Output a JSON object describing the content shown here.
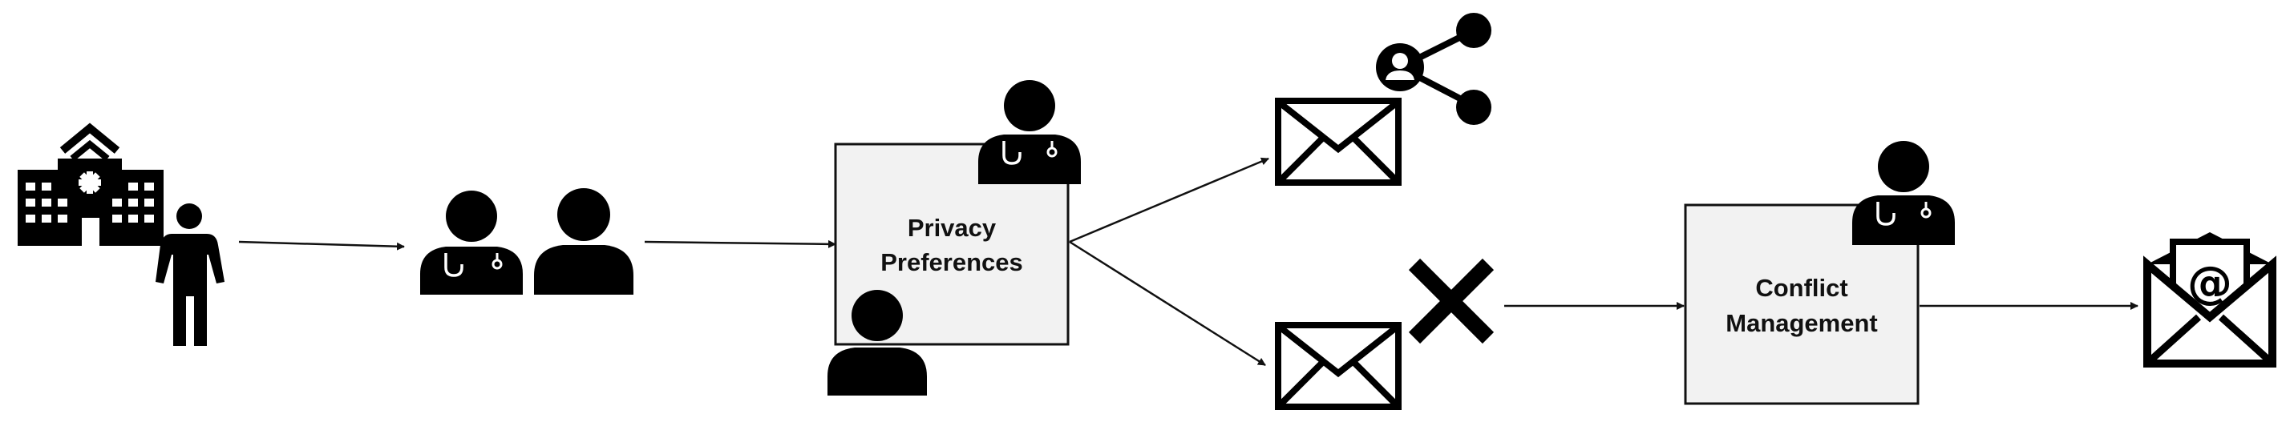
{
  "privacy_box": {
    "line1": "Privacy",
    "line2": "Preferences"
  },
  "conflict_box": {
    "line1": "Conflict",
    "line2": "Management"
  },
  "colors": {
    "box_fill": "#f2f2f2",
    "ink": "#000000",
    "line": "#111111"
  },
  "icons": [
    "hospital-icon",
    "person-icon",
    "doctor-icon",
    "patient-icon",
    "envelope-icon",
    "share-icon",
    "cross-icon",
    "email-open-icon"
  ]
}
